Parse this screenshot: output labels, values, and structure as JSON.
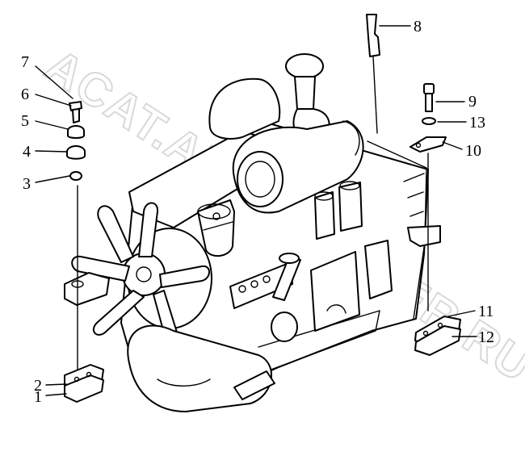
{
  "watermark": "ACAT.AUTODEALER.RU",
  "callouts": [
    "1",
    "2",
    "3",
    "4",
    "5",
    "6",
    "7",
    "8",
    "9",
    "10",
    "11",
    "12",
    "13"
  ],
  "colors": {
    "line": "#000000",
    "background": "#ffffff",
    "watermark": "#d9d9d9"
  }
}
